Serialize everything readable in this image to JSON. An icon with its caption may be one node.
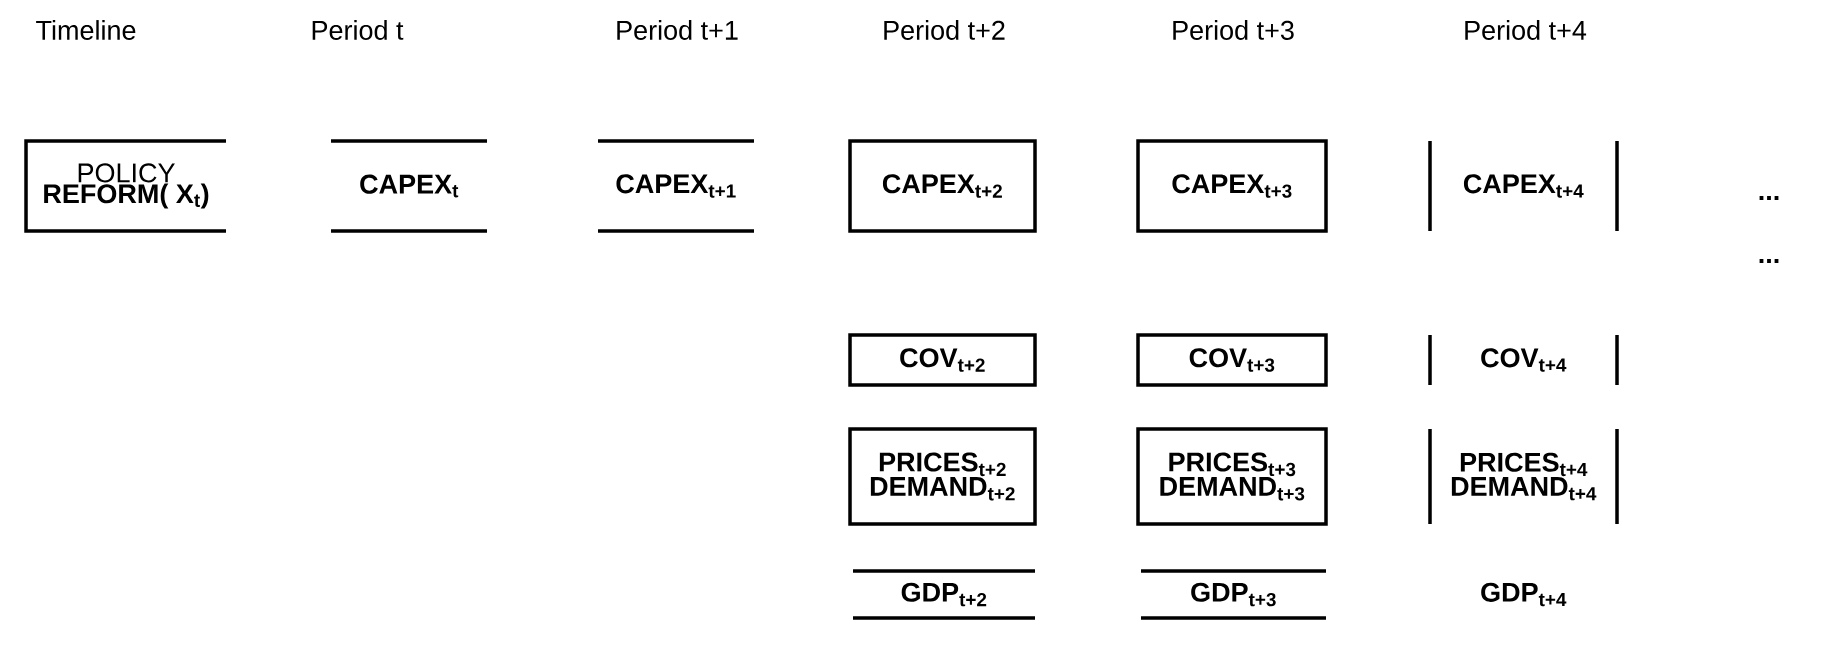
{
  "diagram": {
    "nodes": [
      {
        "text": [
          "POLICY",
          "REFORM( X$_{t}$)"
        ]
      },
      {
        "text": [
          "CAPEX$_{t}$"
        ]
      },
      {
        "text": [
          "CAPEX$_{t+1}$"
        ]
      },
      {
        "text": [
          "CAPEX$_{t+2}$"
        ]
      },
      {
        "text": [
          "CAPEX$_{t+3}$"
        ]
      },
      {
        "text": [
          "CAPEX$_{t+4}$"
        ]
      },
      {
        "text": [
          "COV$_{t+2}$"
        ]
      },
      {
        "text": [
          "COV$_{t+3}$"
        ]
      },
      {
        "text": [
          "COV$_{t+4}$"
        ]
      },
      {
        "text": [
          "PRICES$_{t+2}$",
          "DEMAND$_{t+2}$"
        ]
      },
      {
        "text": [
          "PRICES$_{t+3}$",
          "DEMAND$_{t+3}$"
        ]
      },
      {
        "text": [
          "PRICES$_{t+4}$",
          "DEMAND$_{t+4}$"
        ]
      },
      {
        "text": [
          "GDP$_{t+2}$"
        ]
      },
      {
        "text": [
          "GDP$_{t+3}$"
        ]
      },
      {
        "text": [
          "GDP$_{t+4}$"
        ]
      }
    ],
    "edges": [],
    "labels": [
      "Timeline",
      "Period t",
      "Period t+1",
      "Period t+2",
      "Period t+3",
      "Period t+4",
      "...",
      "..."
    ]
  }
}
